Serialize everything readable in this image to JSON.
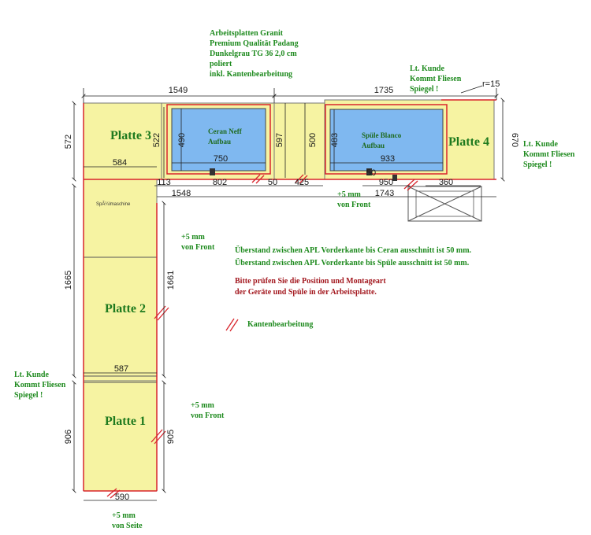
{
  "notes": {
    "material": "Arbeitsplatten Granit\nPremium Qualität Padang\nDunkelgrau TG 36 2,0 cm\npoliert\ninkl. Kantenbearbeitung",
    "kunde_top": "Lt. Kunde\nKommt Fliesen\nSpiegel !",
    "kunde_right": "Lt. Kunde\nKommt Fliesen\nSpiegel !",
    "kunde_left": "Lt. Kunde\nKommt Fliesen\nSpiegel !",
    "front1": "+5 mm\nvon Front",
    "front2": "+5 mm\nvon Front",
    "front3": "+5 mm\nvon Front",
    "seite": "+5 mm\nvon Seite",
    "ueberstand": "Überstand zwischen APL Vorderkante bis Ceran ausschnitt ist 50 mm.\nÜberstand zwischen APL Vorderkante bis Spüle ausschnitt ist 50 mm.",
    "pruefen": "Bitte prüfen Sie die Position und Montageart\nder Geräte und Spüle in der Arbeitsplatte.",
    "kante": "Kantenbearbeitung"
  },
  "plates": {
    "p1": "Platte 1",
    "p2": "Platte 2",
    "p3": "Platte 3",
    "p4": "Platte 4"
  },
  "appliances": {
    "ceran_l1": "Ceran Neff",
    "ceran_l2": "Aufbau",
    "spuele_l1": "Spüle Blanco",
    "spuele_l2": "Aufbau",
    "spuelmaschine": "SpÃ¼lmaschine"
  },
  "dims": {
    "d1549": "1549",
    "d1735": "1735",
    "r15": "r=15",
    "d572": "572",
    "d522": "522",
    "d490": "490",
    "d597": "597",
    "d500": "500",
    "d483": "483",
    "d670": "670",
    "d584": "584",
    "d750": "750",
    "d933": "933",
    "d113": "113",
    "d802": "802",
    "d50a": "50",
    "d425": "425",
    "d50b": "50",
    "d950": "950",
    "d360": "360",
    "d1548": "1548",
    "d1743": "1743",
    "d1665": "1665",
    "d1661": "1661",
    "d587": "587",
    "d906": "906",
    "d905": "905",
    "d590": "590"
  },
  "colors": {
    "plate_fill": "#f6f3a2",
    "cutout_fill": "#7fb8f0",
    "edge_red": "#d8252c",
    "label_green": "#1e7a1e",
    "note_red": "#a3181f"
  }
}
